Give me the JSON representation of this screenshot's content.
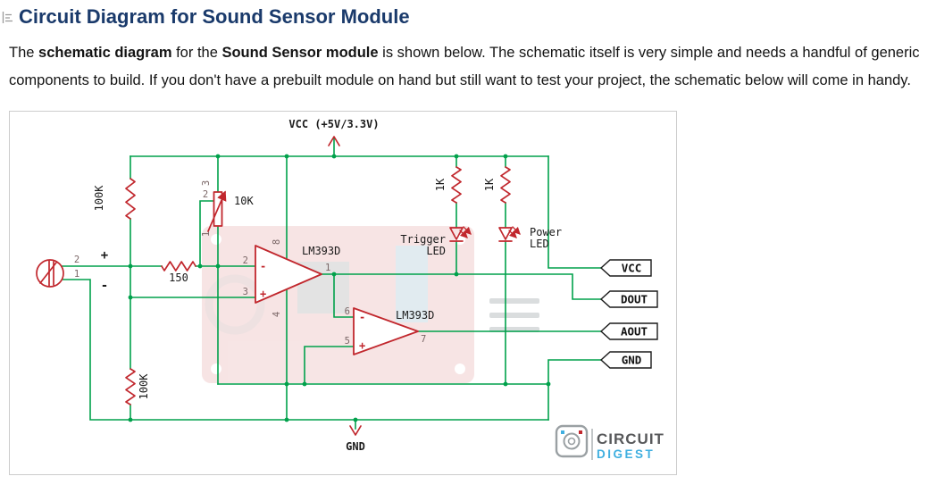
{
  "header": {
    "title": "Circuit Diagram for Sound Sensor Module"
  },
  "intro": {
    "seg1": "The ",
    "bold1": "schematic diagram",
    "seg2": " for the ",
    "bold2": "Sound Sensor module",
    "seg3": " is shown below. The schematic itself is very simple and needs a handful of generic components to build. If you don't have a prebuilt module on hand but still want to test your project, the schematic below will come in handy."
  },
  "schematic": {
    "power_rail_label": "VCC (+5V/3.3V)",
    "ground_label": "GND",
    "microphone": {
      "pin_top": "2",
      "pin_bottom": "1",
      "plus": "+",
      "minus": "-"
    },
    "resistor_top_left": "100K",
    "resistor_bottom_left": "100K",
    "resistor_series": "150",
    "resistor_trigger": "1K",
    "resistor_power": "1K",
    "potentiometer": {
      "value": "10K",
      "pin_wiper": "2",
      "pin_top": "3",
      "pin_bottom": "1"
    },
    "opamp1": {
      "label": "LM393D",
      "pin_inv": "2",
      "pin_noninv": "3",
      "pin_out": "1",
      "pin_vplus": "8",
      "pin_gnd": "4",
      "minus": "-",
      "plus": "+"
    },
    "opamp2": {
      "label": "LM393D",
      "pin_inv": "6",
      "pin_noninv": "5",
      "pin_out": "7",
      "minus": "-",
      "plus": "+"
    },
    "trigger_led": {
      "line1": "Trigger",
      "line2": "LED"
    },
    "power_led": {
      "line1": "Power",
      "line2": "LED"
    },
    "connectors": [
      "VCC",
      "DOUT",
      "AOUT",
      "GND"
    ],
    "logo": {
      "line1": "CIRCUIT",
      "line2": "DIGEST"
    }
  },
  "colors": {
    "wire": "#00A14B",
    "component": "#C1272D",
    "heading": "#1A3A6B",
    "logo_text": "#58595B",
    "logo_accent": "#3FAFE0"
  }
}
